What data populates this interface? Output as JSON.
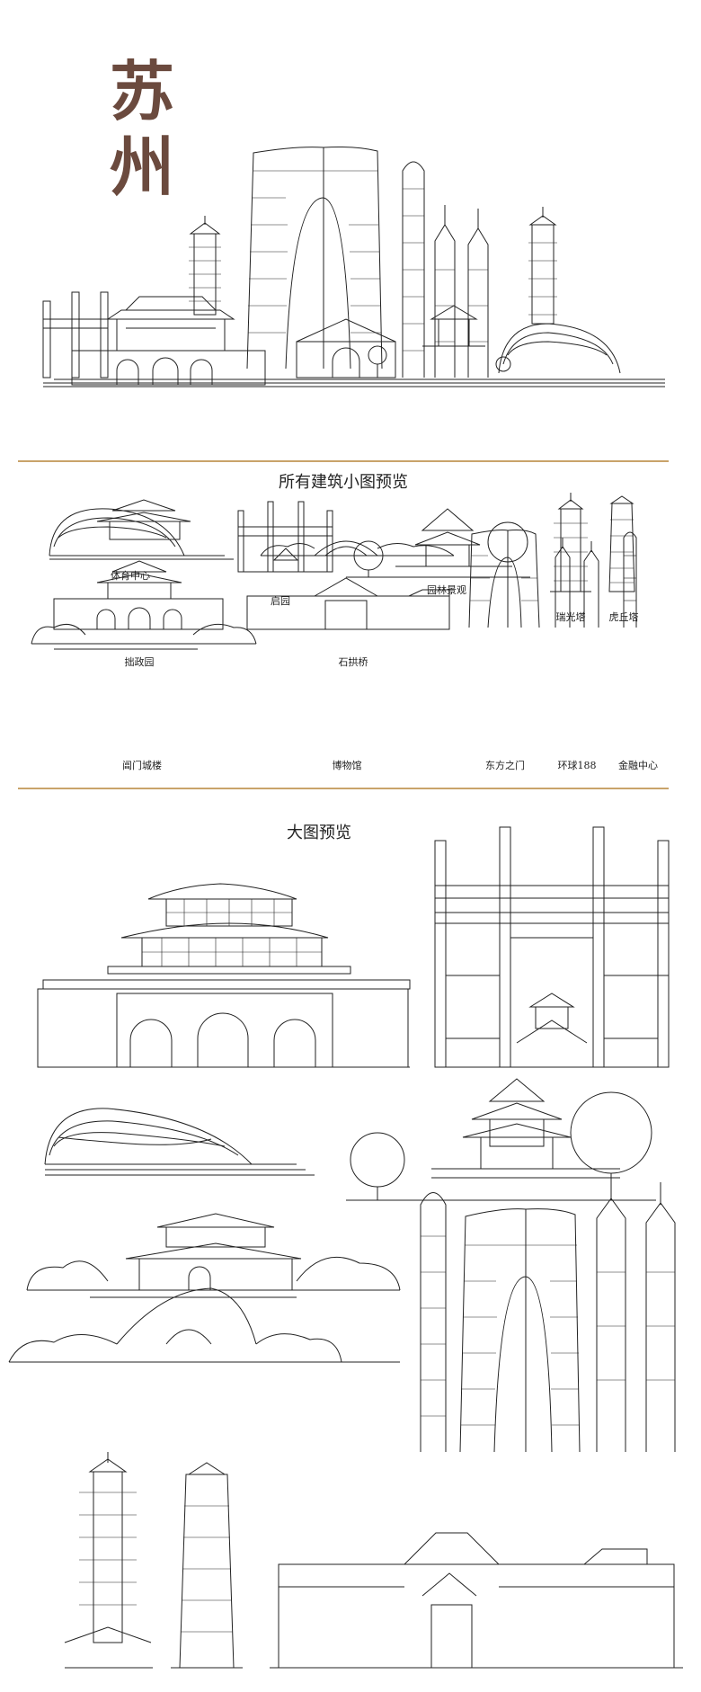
{
  "colors": {
    "accent": "#c9a36a",
    "title": "#6b4a3e",
    "ink": "#222222"
  },
  "header": {
    "city_char_1": "苏",
    "city_char_2": "州"
  },
  "section_small": {
    "title": "所有建筑小图预览"
  },
  "section_large": {
    "title": "大图预览"
  },
  "labels": {
    "stadium": "体育中心",
    "qiyuan": "启园",
    "garden": "园林景观",
    "ruiguang": "瑞光塔",
    "huqiu": "虎丘塔",
    "zhuozheng": "拙政园",
    "arch_bridge": "石拱桥",
    "changmen": "阊门城楼",
    "museum": "博物馆",
    "gate_east": "东方之门",
    "ifc188": "环球188",
    "finance": "金融中心"
  }
}
